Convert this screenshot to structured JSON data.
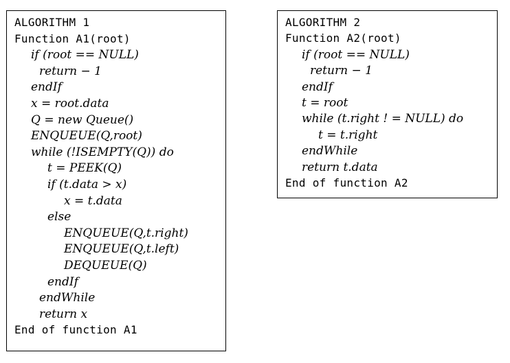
{
  "algorithm1": {
    "lines": [
      {
        "text": "ALGORITHM 1",
        "style": "mono",
        "indent": 0
      },
      {
        "text": "Function A1(root)",
        "style": "mono",
        "indent": 0
      },
      {
        "text": "if (root == NULL)",
        "style": "math",
        "indent": 1
      },
      {
        "text": "return − 1",
        "style": "math",
        "indent": 1.5
      },
      {
        "text": "endIf",
        "style": "math",
        "indent": 1
      },
      {
        "text": "x = root.data",
        "style": "math",
        "indent": 1
      },
      {
        "text": "Q = new Queue()",
        "style": "math",
        "indent": 1
      },
      {
        "text": "ENQUEUE(Q,root)",
        "style": "math",
        "indent": 1
      },
      {
        "text": "while (!ISEMPTY(Q)) do",
        "style": "math",
        "indent": 1
      },
      {
        "text": "t = PEEK(Q)",
        "style": "math",
        "indent": 2
      },
      {
        "text": "if (t.data > x)",
        "style": "math",
        "indent": 2
      },
      {
        "text": "x = t.data",
        "style": "math",
        "indent": 3
      },
      {
        "text": "else",
        "style": "math",
        "indent": 2
      },
      {
        "text": "ENQUEUE(Q,t.right)",
        "style": "math",
        "indent": 3
      },
      {
        "text": "ENQUEUE(Q,t.left)",
        "style": "math",
        "indent": 3
      },
      {
        "text": "DEQUEUE(Q)",
        "style": "math",
        "indent": 3
      },
      {
        "text": "endIf",
        "style": "math",
        "indent": 2
      },
      {
        "text": "endWhile",
        "style": "math",
        "indent": 1.5
      },
      {
        "text": "return x",
        "style": "math",
        "indent": 1.5
      },
      {
        "text": "End of function A1",
        "style": "mono",
        "indent": 0
      }
    ]
  },
  "algorithm2": {
    "lines": [
      {
        "text": "ALGORITHM 2",
        "style": "mono",
        "indent": 0
      },
      {
        "text": "Function A2(root)",
        "style": "mono",
        "indent": 0
      },
      {
        "text": "if (root == NULL)",
        "style": "math",
        "indent": 1
      },
      {
        "text": "return − 1",
        "style": "math",
        "indent": 1.5
      },
      {
        "text": "endIf",
        "style": "math",
        "indent": 1
      },
      {
        "text": "t = root",
        "style": "math",
        "indent": 1
      },
      {
        "text": "while (t.right ! = NULL) do",
        "style": "math",
        "indent": 1
      },
      {
        "text": "t = t.right",
        "style": "math",
        "indent": 2
      },
      {
        "text": "endWhile",
        "style": "math",
        "indent": 1
      },
      {
        "text": "return t.data",
        "style": "math",
        "indent": 1
      },
      {
        "text": "End of function A2",
        "style": "mono",
        "indent": 0
      }
    ]
  }
}
